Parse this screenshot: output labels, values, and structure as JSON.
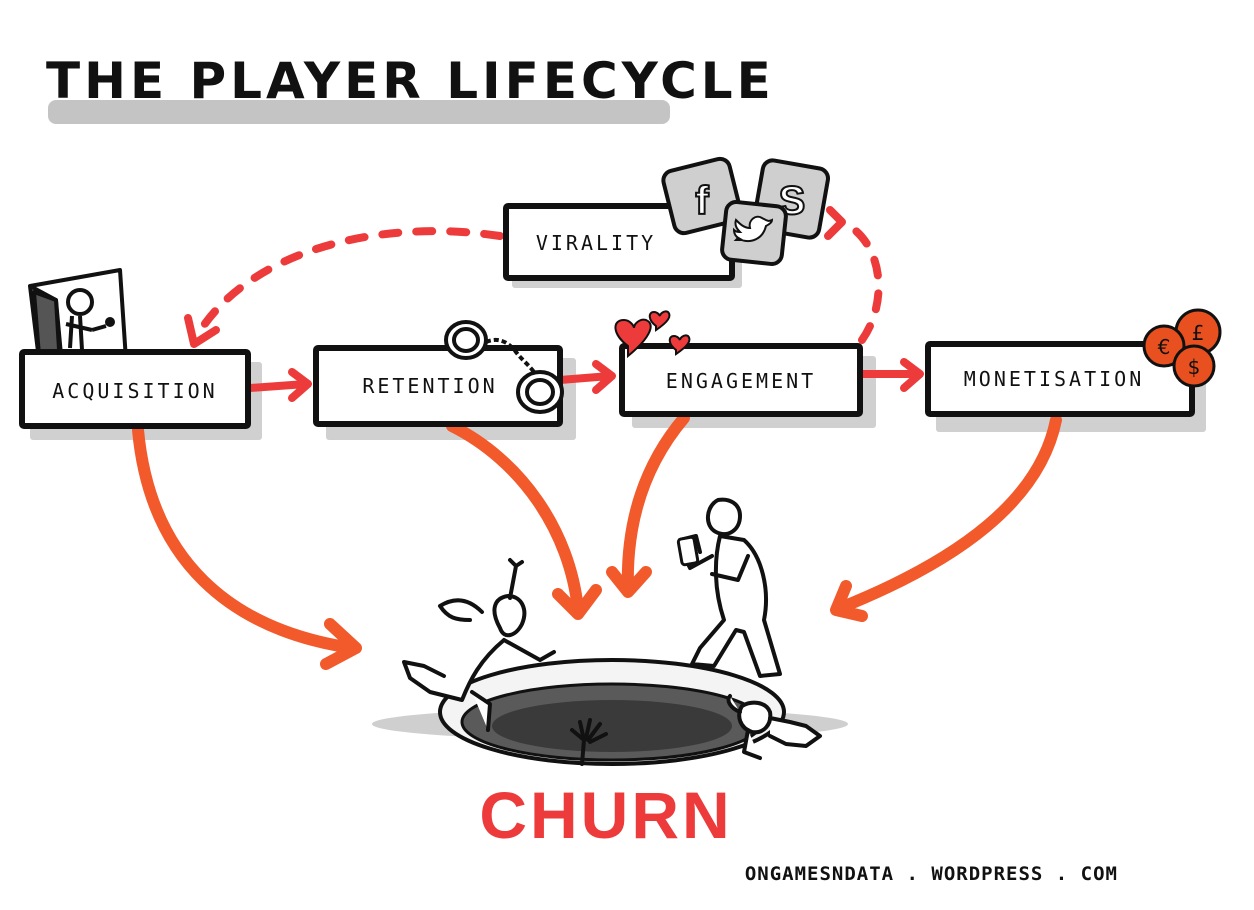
{
  "title": "THE PLAYER LIFECYCLE",
  "stages": {
    "acquisition": "ACQUISITION",
    "retention": "RETENTION",
    "engagement": "ENGAGEMENT",
    "monetisation": "MONETISATION",
    "virality": "VIRALITY"
  },
  "outcome": "CHURN",
  "footer": "ONGAMESNDATA . WORDPRESS . COM",
  "icons": {
    "acquisition": "door-person-icon",
    "retention": "handcuffs-icon",
    "engagement": "hearts-icon",
    "monetisation": "coins-icon",
    "virality": [
      "facebook-icon",
      "twitter-icon",
      "skype-icon"
    ]
  },
  "colors": {
    "ink": "#111111",
    "arrow_red": "#ec3b3a",
    "arrow_orange": "#f2592b",
    "churn_red": "#ec3b3a",
    "shadow_gray": "#cfcfcf",
    "coin_orange": "#e8501f"
  }
}
